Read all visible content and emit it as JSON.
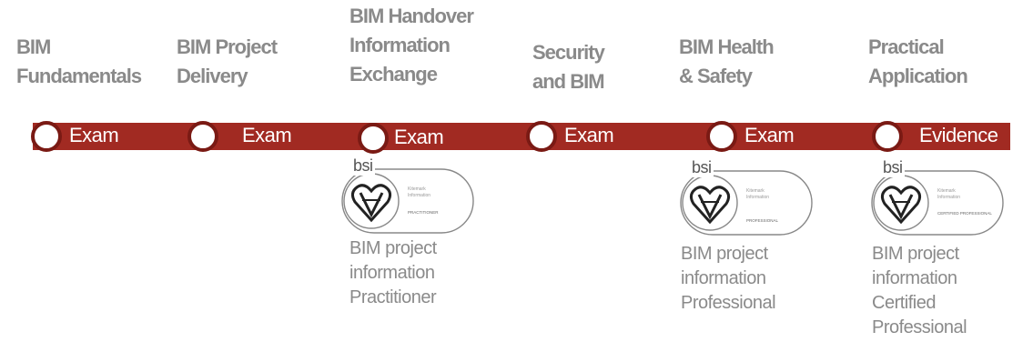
{
  "stages": [
    {
      "title": "BIM\nFundamentals",
      "label": "Exam"
    },
    {
      "title": "BIM Project\nDelivery",
      "label": "Exam"
    },
    {
      "title": "BIM Handover\nInformation\nExchange",
      "label": "Exam"
    },
    {
      "title": "Security\nand BIM",
      "label": "Exam"
    },
    {
      "title": "BIM Health\n& Safety",
      "label": "Exam"
    },
    {
      "title": "Practical\nApplication",
      "label": "Evidence"
    }
  ],
  "badges": [
    {
      "brand": "bsi",
      "line1": "Kitemark",
      "line2": "Information",
      "level": "PRACTITIONER"
    },
    {
      "brand": "bsi",
      "line1": "Kitemark",
      "line2": "Information",
      "level": "PROFESSIONAL"
    },
    {
      "brand": "bsi",
      "line1": "Kitemark",
      "line2": "Information",
      "level": "CERTIFIED PROFESSIONAL"
    }
  ],
  "certificates": [
    {
      "lines": [
        "BIM project",
        "information",
        "Practitioner"
      ]
    },
    {
      "lines": [
        "BIM project",
        "information",
        "Professional"
      ]
    },
    {
      "lines": [
        "BIM project",
        "information",
        "Certified",
        "Professional"
      ]
    }
  ],
  "colors": {
    "bar": "#a12a22",
    "node_border": "#7a1a14",
    "title_text": "#8a8a8a"
  }
}
